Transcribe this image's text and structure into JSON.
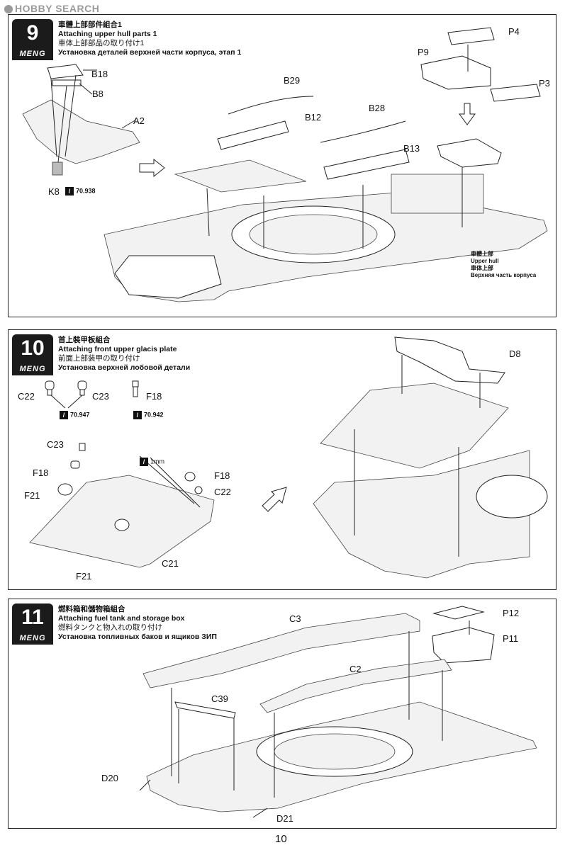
{
  "watermark": "HOBBY SEARCH",
  "brand": "MENG",
  "page_number": "10",
  "steps": [
    {
      "number": "9",
      "title_cn": "車體上部部件組合1",
      "title_en": "Attaching upper hull parts 1",
      "title_jp": "車体上部部品の取り付け1",
      "title_ru": "Установка деталей верхней части корпуса, этап 1",
      "labels": [
        "B18",
        "B8",
        "A2",
        "K8",
        "B29",
        "B12",
        "B28",
        "B13",
        "P4",
        "P9",
        "P3"
      ],
      "paint": "70.938",
      "note": [
        "車體上部",
        "Upper hull",
        "車体上部",
        "Верхняя часть корпуса"
      ]
    },
    {
      "number": "10",
      "title_cn": "首上裝甲板組合",
      "title_en": "Attaching front upper glacis plate",
      "title_jp": "前面上部装甲の取り付け",
      "title_ru": "Установка верхней лобовой детали",
      "labels": [
        "C22",
        "C23",
        "F18",
        "C23",
        "F18",
        "F21",
        "F18",
        "C22",
        "F21",
        "C21",
        "D8"
      ],
      "paint": [
        "70.947",
        "70.942"
      ],
      "drill": "1mm"
    },
    {
      "number": "11",
      "title_cn": "燃料箱和儲物箱組合",
      "title_en": "Attaching fuel tank and storage box",
      "title_jp": "燃料タンクと物入れの取り付け",
      "title_ru": "Установка топливных баков и ящиков ЗИП",
      "labels": [
        "C3",
        "P12",
        "P11",
        "C2",
        "C39",
        "D20",
        "D21"
      ]
    }
  ]
}
